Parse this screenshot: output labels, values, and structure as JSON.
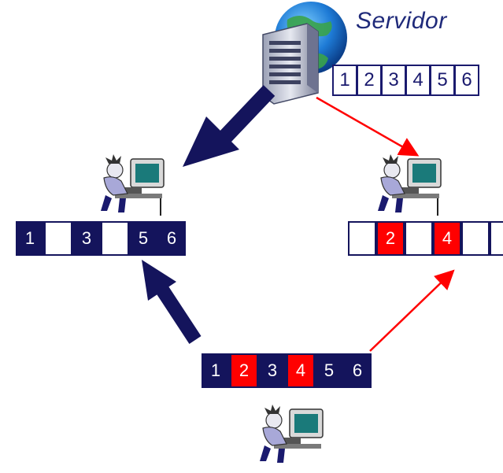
{
  "server": {
    "label": "Servidor",
    "blocks": [
      "1",
      "2",
      "3",
      "4",
      "5",
      "6"
    ]
  },
  "peer_left": {
    "blocks": [
      {
        "text": "1",
        "state": "navy"
      },
      {
        "text": "",
        "state": "empty"
      },
      {
        "text": "3",
        "state": "navy"
      },
      {
        "text": "",
        "state": "empty"
      },
      {
        "text": "5",
        "state": "navy"
      },
      {
        "text": "6",
        "state": "navy"
      }
    ]
  },
  "peer_right": {
    "blocks": [
      {
        "text": "",
        "state": "empty"
      },
      {
        "text": "2",
        "state": "red"
      },
      {
        "text": "",
        "state": "empty"
      },
      {
        "text": "4",
        "state": "red"
      },
      {
        "text": "",
        "state": "empty"
      },
      {
        "text": "",
        "state": "empty"
      }
    ]
  },
  "peer_bottom": {
    "blocks": [
      {
        "text": "1",
        "state": "navy"
      },
      {
        "text": "2",
        "state": "red"
      },
      {
        "text": "3",
        "state": "navy"
      },
      {
        "text": "4",
        "state": "red"
      },
      {
        "text": "5",
        "state": "navy"
      },
      {
        "text": "6",
        "state": "navy"
      }
    ]
  },
  "colors": {
    "navy": "#14145c",
    "red": "#ff0000",
    "title": "#1f2a7a"
  },
  "icons": {
    "server": "server-globe-icon",
    "peer": "person-at-computer-icon"
  }
}
